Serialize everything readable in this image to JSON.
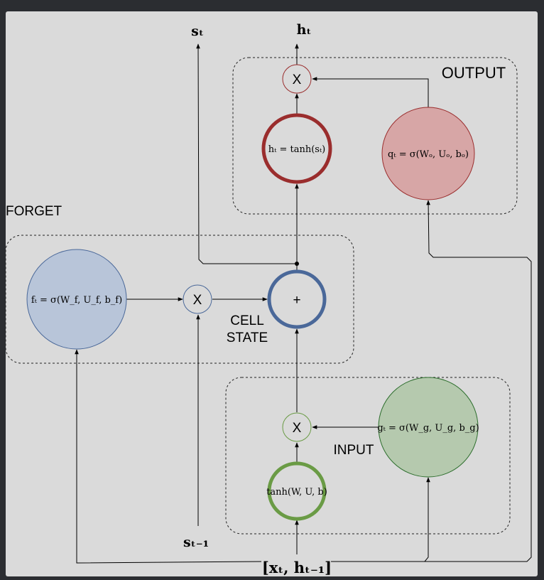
{
  "diagram": {
    "groups": {
      "output": "OUTPUT",
      "forget": "FORGET",
      "cell_state": [
        "CELL",
        "STATE"
      ],
      "input": "INPUT"
    },
    "nodes": {
      "output_multiply": "X",
      "h_tanh": "hₜ = tanh(sₜ)",
      "output_gate": "qₜ = σ(Wₒ, Uₒ, bₒ)",
      "forget_gate": "fₜ = σ(W_f, U_f, b_f)",
      "forget_multiply": "X",
      "cell_add": "+",
      "input_multiply": "X",
      "input_gate": "gₜ = σ(W_g, U_g, b_g)",
      "candidate_tanh": "tanh(W, U, b)"
    },
    "terminals": {
      "s_t": "sₜ",
      "h_t": "hₜ",
      "s_prev": "sₜ₋₁",
      "x_h": "[xₜ, hₜ₋₁]"
    },
    "colors": {
      "background": "#dadada",
      "red_stroke": "#9a2d2d",
      "red_fill": "#d7a6a6",
      "blue_stroke": "#4a6899",
      "blue_fill": "#b8c5d9",
      "green_stroke": "#6a9b45",
      "green_fill": "#b5c9ae",
      "dark_green_stroke": "#2d6e2d"
    }
  }
}
